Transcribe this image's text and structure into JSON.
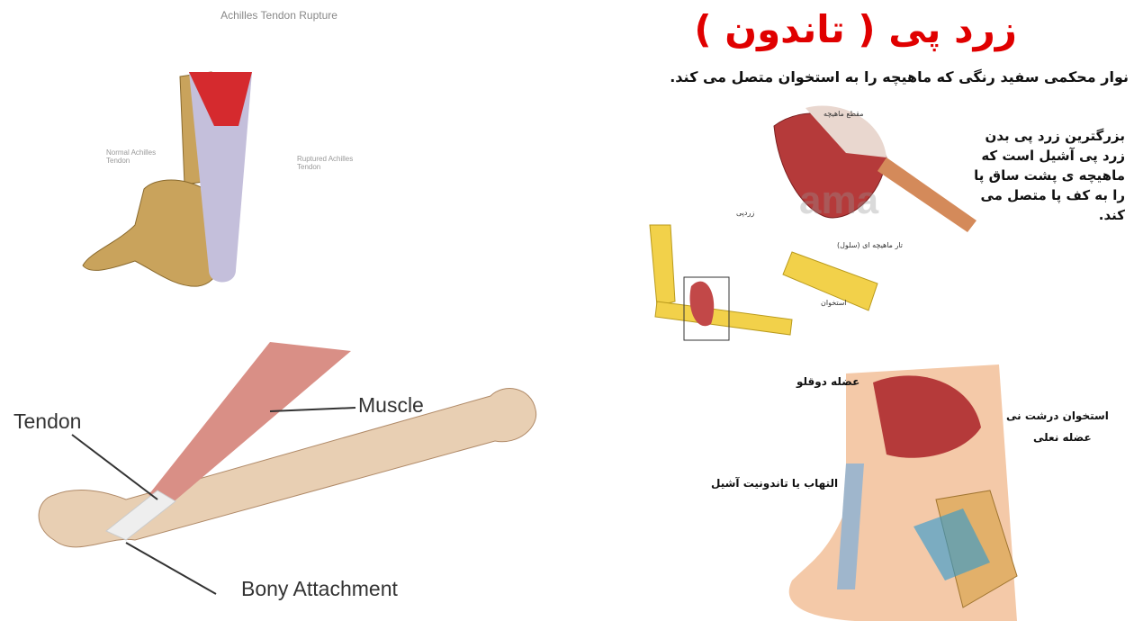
{
  "top_left": {
    "caption": "Achilles Tendon Rupture",
    "label_normal": "Normal Achilles Tendon",
    "label_ruptured": "Ruptured Achilles Tendon"
  },
  "top_right": {
    "title": "زرد پی ( تاندون )",
    "subtitle": "نوار محکمی سفید رنگی که ماهیچه را به استخوان متصل می کند.",
    "side_text": "بزرگترین زرد پی بدن زرد پی آشیل است که ماهیچه ی پشت ساق پا را به کف پا متصل می کند.",
    "labels": {
      "muscle_section": "مقطع ماهیچه",
      "tendon": "زردپی",
      "muscle_fibers": "تار ماهیچه ای (سلول)",
      "bone": "استخوان"
    },
    "watermark": "ama"
  },
  "bottom_left": {
    "tendon_label": "Tendon",
    "muscle_label": "Muscle",
    "attachment_label": "Bony Attachment"
  },
  "bottom_right": {
    "gastrocnemius": "عضله دوقلو",
    "tibia": "استخوان درشت نی",
    "soleus": "عضله نعلی",
    "tendinitis": "التهاب یا تاندونیت آشیل"
  },
  "colors": {
    "bone": "#c9a35c",
    "muscle": "#c8282c",
    "tendon": "#b9b3cf",
    "title_red": "#e00000"
  }
}
